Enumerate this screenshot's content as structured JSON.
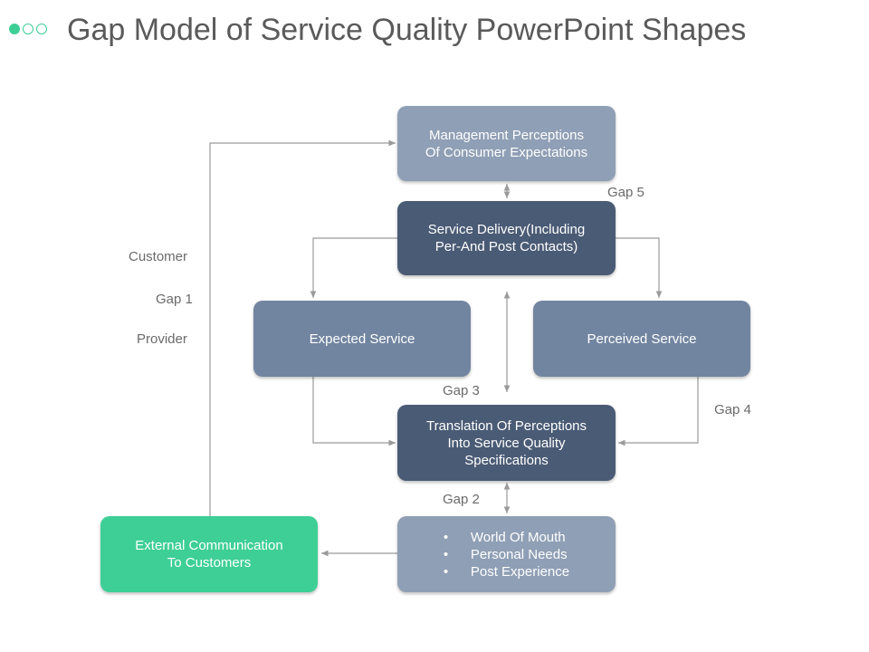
{
  "title": "Gap Model of Service Quality PowerPoint Shapes",
  "colors": {
    "accent_green": "#3ecf96",
    "box_light": "#8f9fb5",
    "box_dark": "#4a5b75",
    "box_mid": "#7285a0",
    "connector": "#9a9a9a"
  },
  "boxes": {
    "management": "Management Perceptions\nOf Consumer Expectations",
    "delivery": "Service Delivery(Including\nPer-And Post Contacts)",
    "expected": "Expected Service",
    "perceived": "Perceived Service",
    "translation": "Translation Of Perceptions\nInto Service Quality\nSpecifications",
    "external": "External Communication\nTo Customers",
    "factors": [
      "World Of Mouth",
      "Personal Needs",
      "Post Experience"
    ]
  },
  "labels": {
    "customer": "Customer",
    "gap1": "Gap 1",
    "provider": "Provider",
    "gap2": "Gap 2",
    "gap3": "Gap 3",
    "gap4": "Gap 4",
    "gap5": "Gap 5"
  }
}
